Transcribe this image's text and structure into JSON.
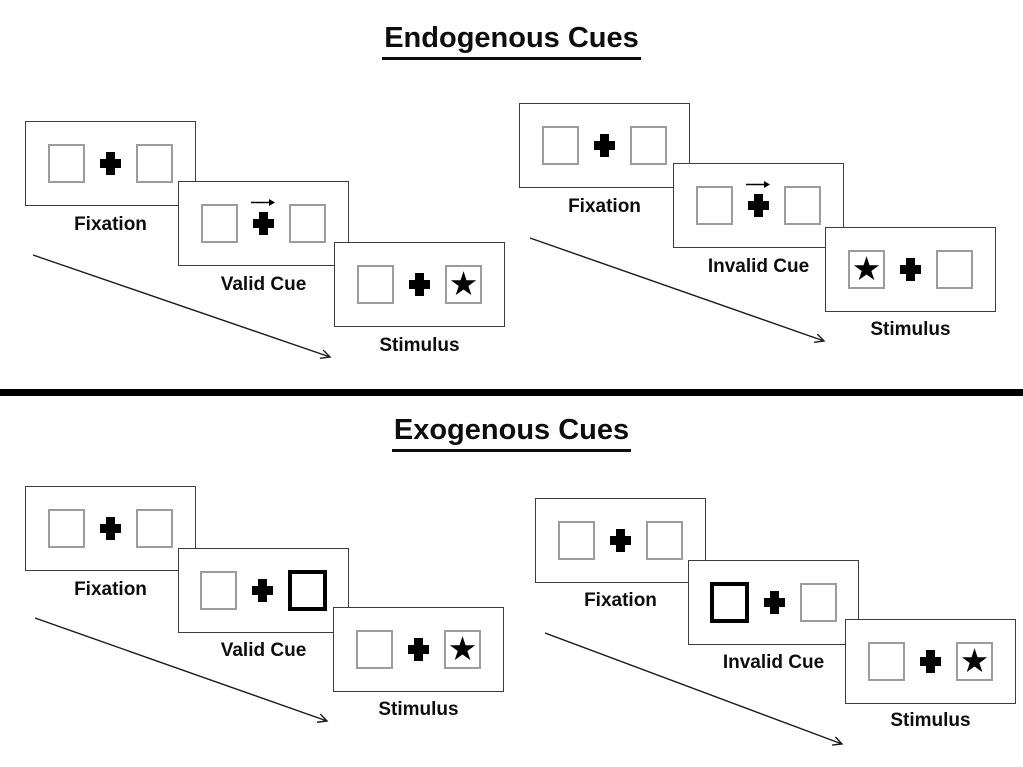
{
  "slide": {
    "background": "#ffffff"
  },
  "colors": {
    "panel_border": "#3c3c3c",
    "placeholder_box_border": "#9c9c9c",
    "cue_box_border": "#000000",
    "text": "#0d0d0d",
    "divider": "#000000"
  },
  "glyphs": {
    "star": "★"
  },
  "icons": {
    "star-icon": "black five-pointed star (U+2605) shown as stimulus",
    "fixation-cross-icon": "bold black plus sign at screen center",
    "cue-arrow-icon": "thin right-pointing arrow above fixation cross",
    "sequence-arrow-icon": "long thin diagonal arrow showing trial time course"
  },
  "sections": [
    {
      "id": "endogenous",
      "title": "Endogenous Cues",
      "groups": [
        {
          "id": "endogenous-valid",
          "cue_type": "central arrow pointing right",
          "panels": [
            {
              "label": "Fixation",
              "type": "fixation"
            },
            {
              "label": "Valid Cue",
              "type": "endogenous-cue",
              "cue_direction": "right"
            },
            {
              "label": "Stimulus",
              "type": "stimulus",
              "star_side": "right"
            }
          ]
        },
        {
          "id": "endogenous-invalid",
          "cue_type": "central arrow pointing right",
          "panels": [
            {
              "label": "Fixation",
              "type": "fixation"
            },
            {
              "label": "Invalid Cue",
              "type": "endogenous-cue",
              "cue_direction": "right"
            },
            {
              "label": "Stimulus",
              "type": "stimulus",
              "star_side": "left"
            }
          ]
        }
      ]
    },
    {
      "id": "exogenous",
      "title": "Exogenous Cues",
      "groups": [
        {
          "id": "exogenous-valid",
          "cue_type": "peripheral box brightening",
          "panels": [
            {
              "label": "Fixation",
              "type": "fixation"
            },
            {
              "label": "Valid Cue",
              "type": "exogenous-cue",
              "highlight_side": "right"
            },
            {
              "label": "Stimulus",
              "type": "stimulus",
              "star_side": "right"
            }
          ]
        },
        {
          "id": "exogenous-invalid",
          "cue_type": "peripheral box brightening",
          "panels": [
            {
              "label": "Fixation",
              "type": "fixation"
            },
            {
              "label": "Invalid Cue",
              "type": "exogenous-cue",
              "highlight_side": "left"
            },
            {
              "label": "Stimulus",
              "type": "stimulus",
              "star_side": "right"
            }
          ]
        }
      ]
    }
  ]
}
